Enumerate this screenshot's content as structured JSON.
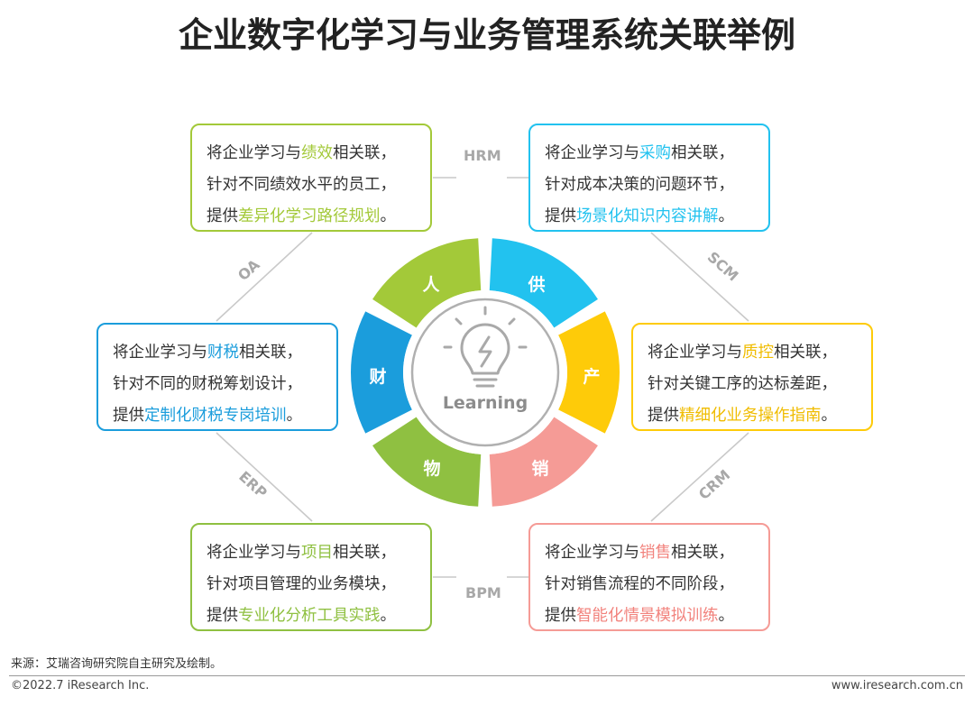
{
  "title": "企业数字化学习与业务管理系统关联举例",
  "center": {
    "label": "Learning",
    "icon": "lightbulb-lightning-icon"
  },
  "segments": [
    {
      "label": "人",
      "color": "#a3c939"
    },
    {
      "label": "供",
      "color": "#22c2ef"
    },
    {
      "label": "产",
      "color": "#fecb09"
    },
    {
      "label": "销",
      "color": "#f59b96"
    },
    {
      "label": "物",
      "color": "#8fc041"
    },
    {
      "label": "财",
      "color": "#1b9ddc"
    }
  ],
  "connectors": {
    "hrm": "HRM",
    "scm": "SCM",
    "crm": "CRM",
    "bpm": "BPM",
    "erp": "ERP",
    "oa": "OA"
  },
  "boxes": {
    "performance": {
      "color": "#a3c939",
      "pre": "将企业学习与",
      "key": "绩效",
      "post": "相关联，",
      "line2": "针对不同绩效水平的员工，",
      "prov": "提供",
      "offer": "差异化学习路径规划",
      "end": "。"
    },
    "procurement": {
      "color": "#22c2ef",
      "pre": "将企业学习与",
      "key": "采购",
      "post": "相关联，",
      "line2": "针对成本决策的问题环节，",
      "prov": "提供",
      "offer": "场景化知识内容讲解",
      "end": "。"
    },
    "finance": {
      "color": "#1b9ddc",
      "pre": "将企业学习与",
      "key": "财税",
      "post": "相关联，",
      "line2": "针对不同的财税筹划设计，",
      "prov": "提供",
      "offer": "定制化财税专岗培训",
      "end": "。"
    },
    "quality": {
      "color": "#fecb09",
      "pre": "将企业学习与",
      "key": "质控",
      "post": "相关联，",
      "line2": "针对关键工序的达标差距，",
      "prov": "提供",
      "offer": "精细化业务操作指南",
      "end": "。"
    },
    "project": {
      "color": "#8fc041",
      "pre": "将企业学习与",
      "key": "项目",
      "post": "相关联，",
      "line2": "针对项目管理的业务模块，",
      "prov": "提供",
      "offer": "专业化分析工具实践",
      "end": "。"
    },
    "sales": {
      "color": "#f59b96",
      "pre": "将企业学习与",
      "key": "销售",
      "post": "相关联，",
      "line2": "针对销售流程的不同阶段，",
      "prov": "提供",
      "offer": "智能化情景模拟训练",
      "end": "。"
    }
  },
  "footer": {
    "source": "来源：艾瑞咨询研究院自主研究及绘制。",
    "copyright": "©2022.7 iResearch Inc.",
    "website": "www.iresearch.com.cn"
  }
}
